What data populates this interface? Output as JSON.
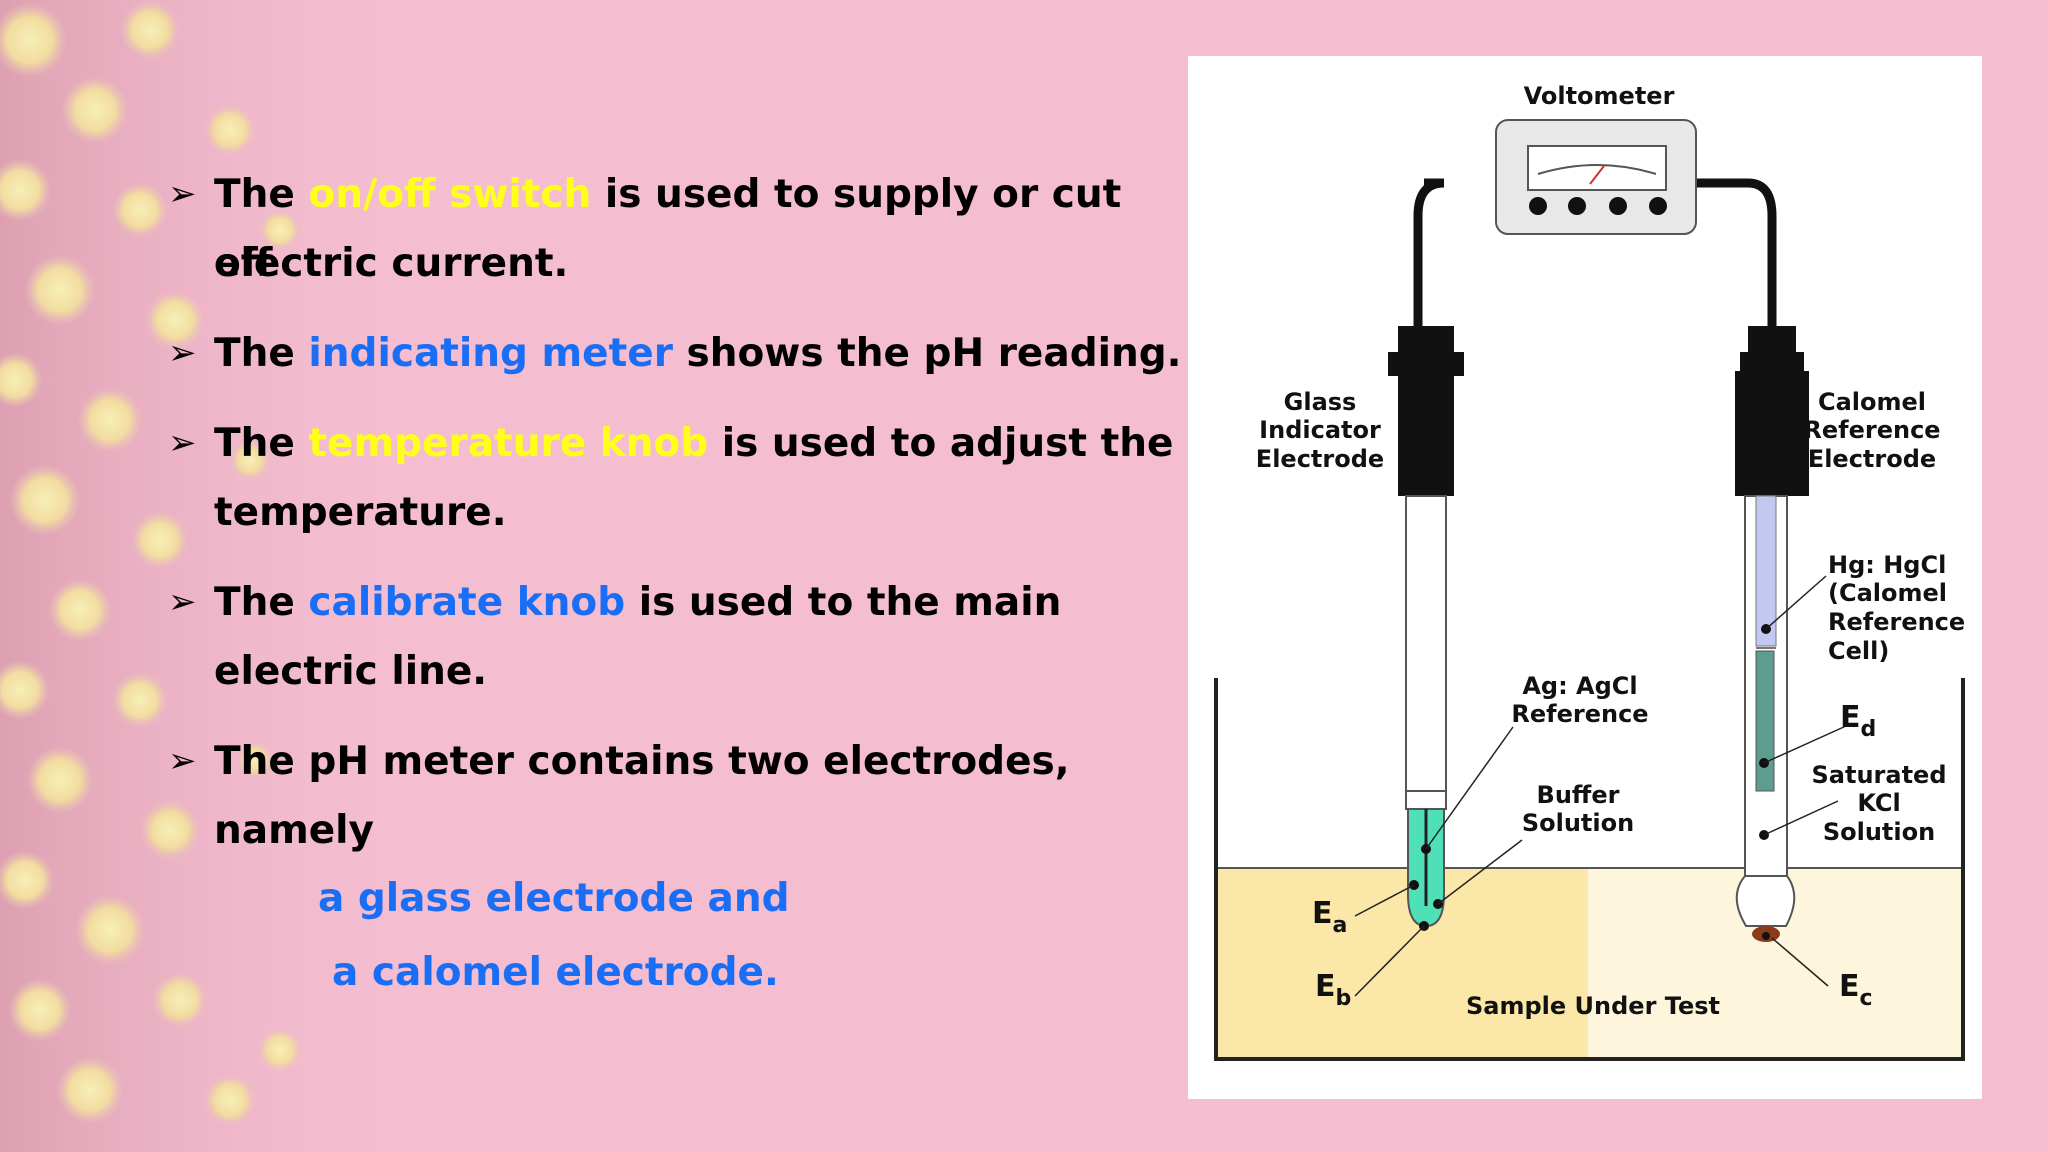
{
  "colors": {
    "background": "#f4bdd0",
    "highlight_yellow": "#ffff19",
    "highlight_blue": "#1a6ef5",
    "glass_solution": "#4fe0b8",
    "sample_solution": "#fbe7a8",
    "calomel_cell": "#c4c8f0",
    "kcl_tube": "#5f9c90"
  },
  "bullets": [
    {
      "arrow": "➢",
      "line1_pre": "The ",
      "line1_hl": "on/off switch",
      "line1_post": " is used to supply or cut off",
      "line2": "electric current."
    },
    {
      "arrow": "➢",
      "line1_pre": "The ",
      "line1_hl": "indicating meter",
      "line1_post": " shows the pH reading."
    },
    {
      "arrow": "➢",
      "line1_pre": "The ",
      "line1_hl": "temperature knob",
      "line1_post": " is used to adjust the",
      "line2": "temperature."
    },
    {
      "arrow": "➢",
      "line1_pre": "The ",
      "line1_hl": "calibrate knob",
      "line1_post": " is used to the main",
      "line2": "electric line."
    },
    {
      "arrow": "➢",
      "line1": "The pH meter contains two electrodes,",
      "line2": "namely"
    }
  ],
  "electrodes": {
    "first": "a glass electrode and",
    "second": "a calomel electrode."
  },
  "diagram": {
    "voltometer": "Voltometer",
    "glass_label": [
      "Glass",
      "Indicator",
      "Electrode"
    ],
    "calomel_label": [
      "Calomel",
      "Reference",
      "Electrode"
    ],
    "hg_label": [
      "Hg: HgCl",
      "(Calomel",
      "Reference",
      "Cell)"
    ],
    "ag_label": [
      "Ag: AgCl",
      "Reference"
    ],
    "buffer_label": [
      "Buffer",
      "Solution"
    ],
    "kcl_label": [
      "Saturated",
      "KCl",
      "Solution"
    ],
    "sample_label": "Sample Under Test",
    "ea": {
      "main": "E",
      "sub": "a"
    },
    "eb": {
      "main": "E",
      "sub": "b"
    },
    "ec": {
      "main": "E",
      "sub": "c"
    },
    "ed": {
      "main": "E",
      "sub": "d"
    }
  }
}
